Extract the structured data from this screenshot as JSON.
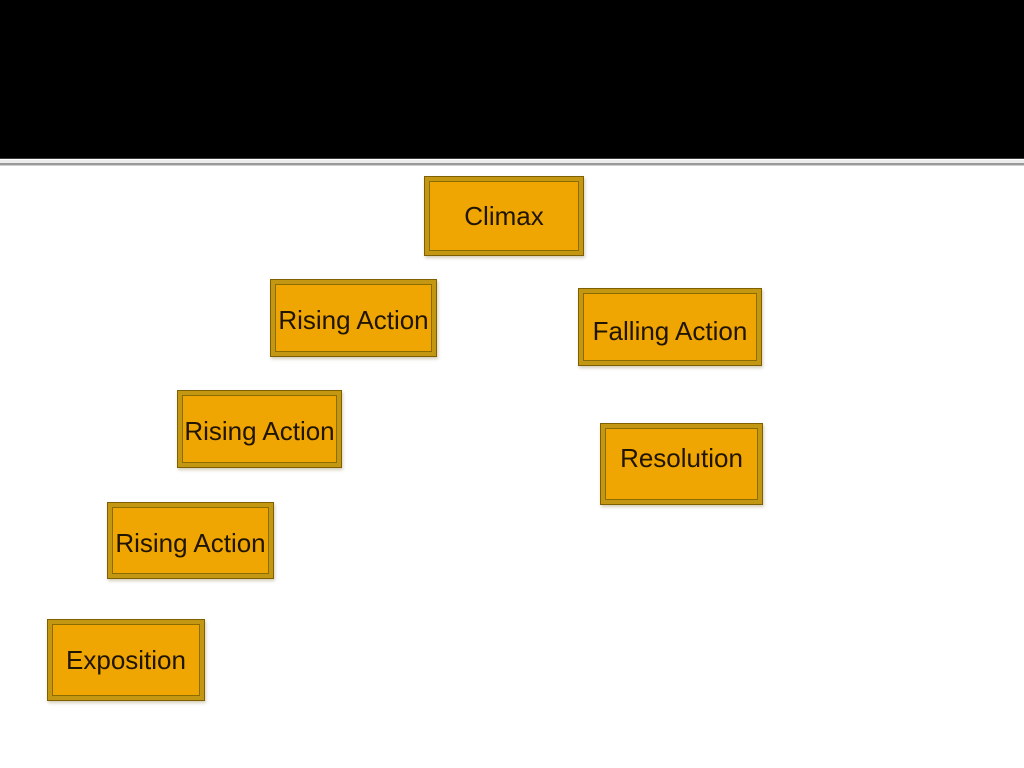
{
  "diagram": {
    "boxes": [
      {
        "label": "Climax"
      },
      {
        "label": "Rising Action"
      },
      {
        "label": "Falling Action"
      },
      {
        "label": "Rising Action"
      },
      {
        "label": "Resolution"
      },
      {
        "label": "Rising Action"
      },
      {
        "label": "Exposition"
      }
    ],
    "colors": {
      "header_bg": "#000000",
      "divider_gray": "#9a9a9a",
      "box_fill": "#EFA502",
      "box_border_outer": "#7E6000",
      "box_border_band": "#C49712",
      "label_text": "#201500"
    }
  }
}
